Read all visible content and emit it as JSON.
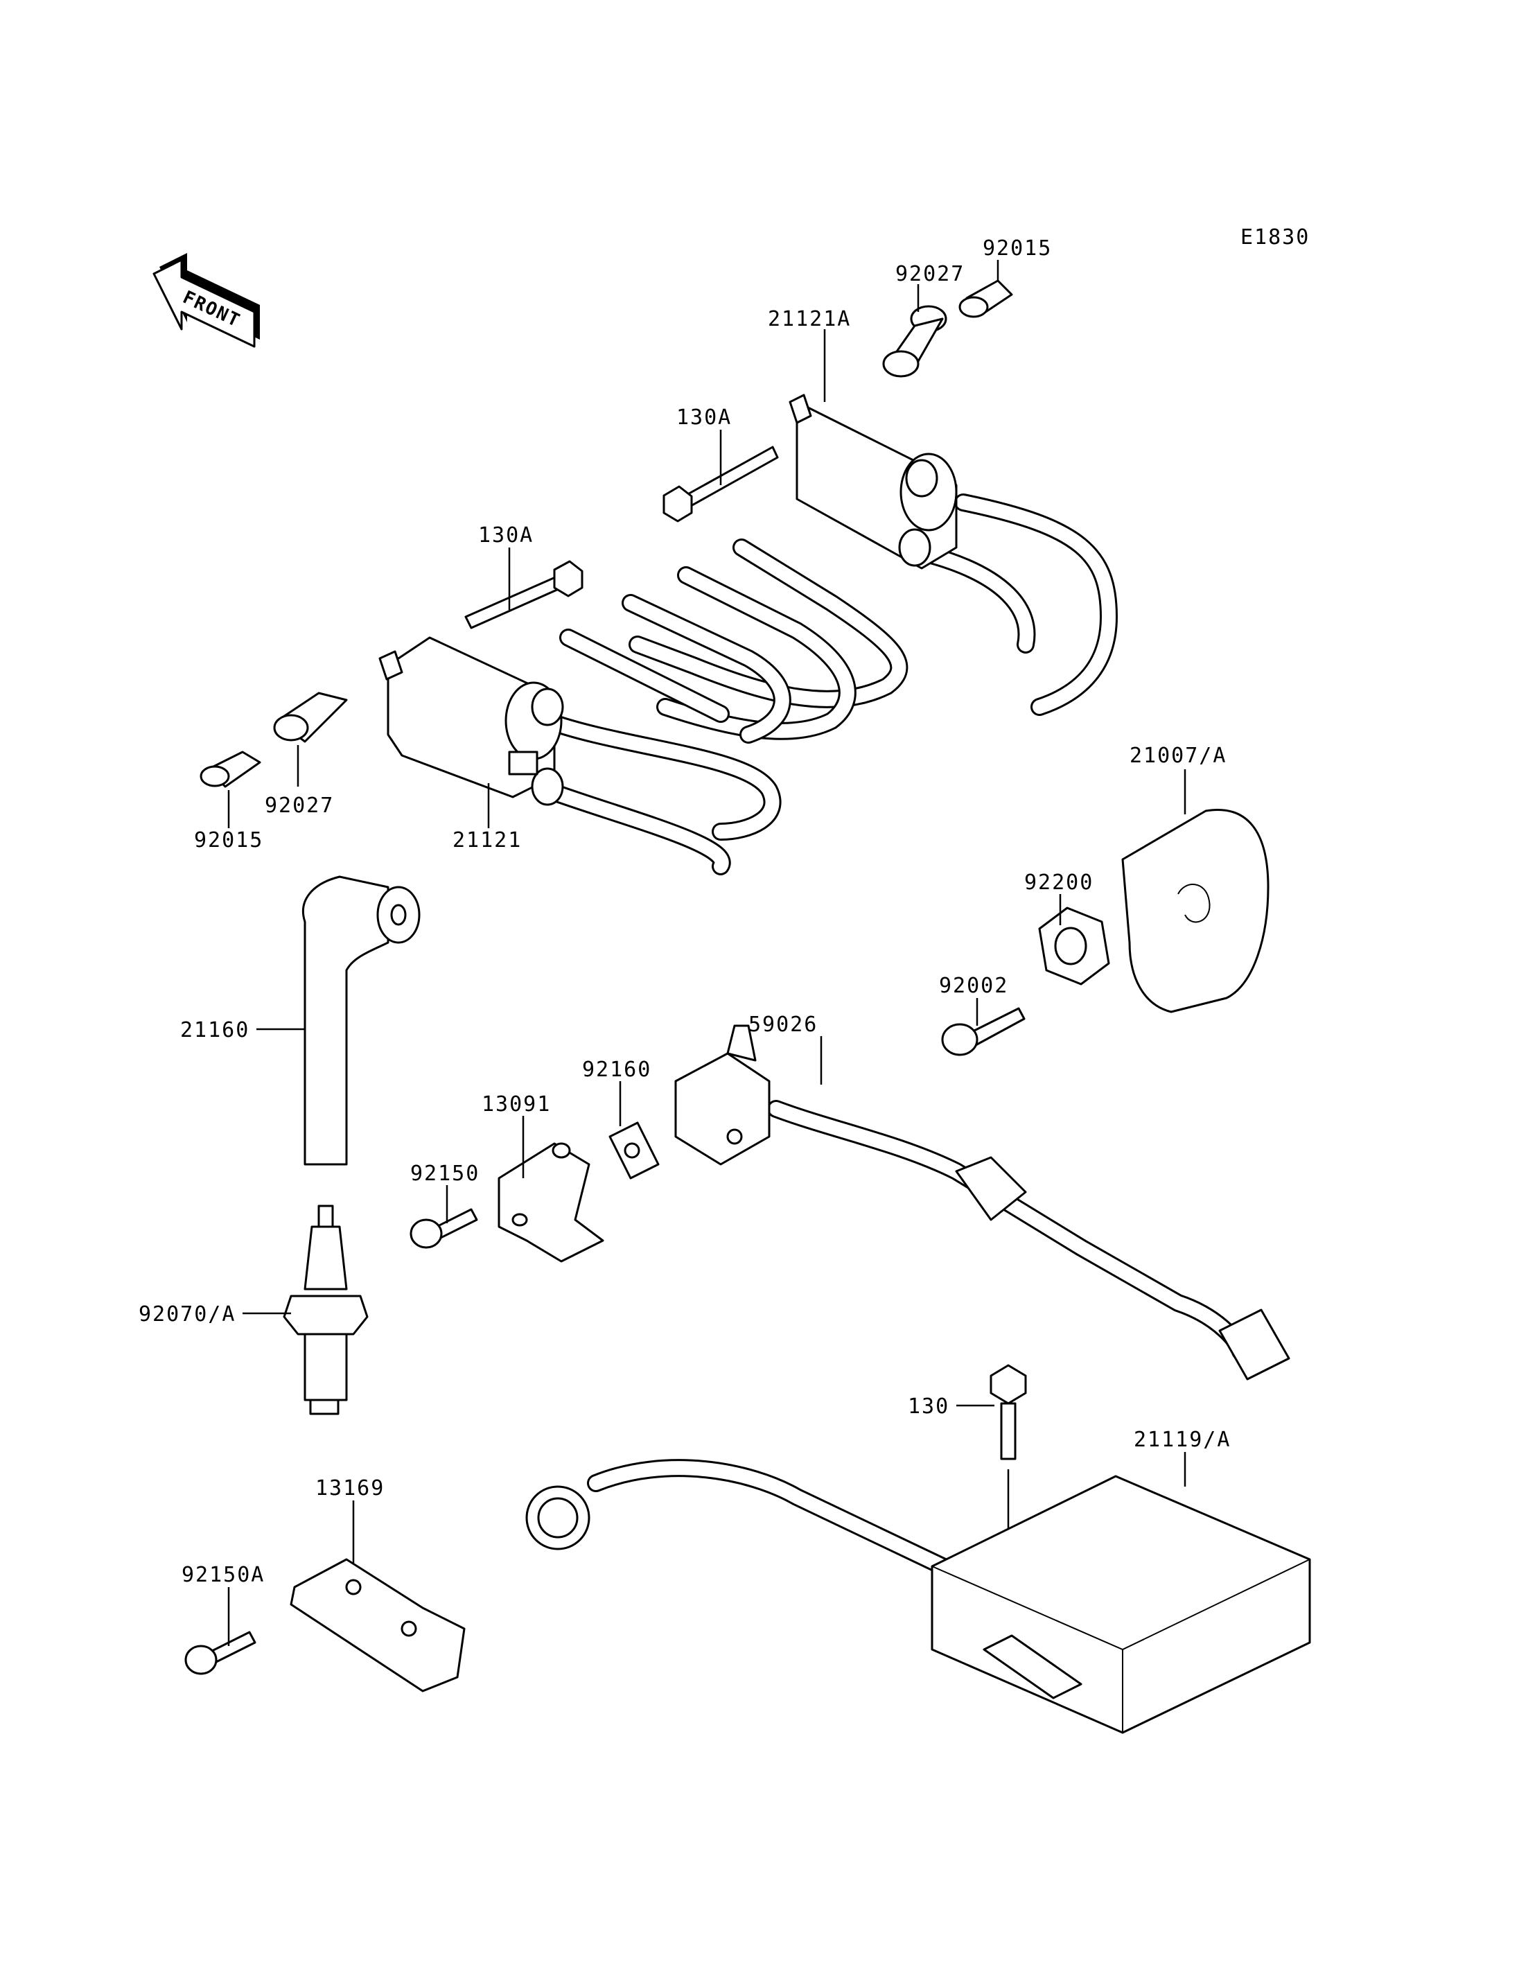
{
  "diagram_code": "E1830",
  "front_label": "FRONT",
  "callouts": {
    "p92015_top": "92015",
    "p92027_top": "92027",
    "p21121A": "21121A",
    "p130A_top": "130A",
    "p130A_mid": "130A",
    "p92015_left": "92015",
    "p92027_left": "92027",
    "p21121": "21121",
    "p21007A": "21007/A",
    "p92200": "92200",
    "p92002": "92002",
    "p21160": "21160",
    "p59026": "59026",
    "p92160": "92160",
    "p13091": "13091",
    "p92150": "92150",
    "p92070A": "92070/A",
    "p130": "130",
    "p21119A": "21119/A",
    "p13169": "13169",
    "p92150A": "92150A"
  }
}
